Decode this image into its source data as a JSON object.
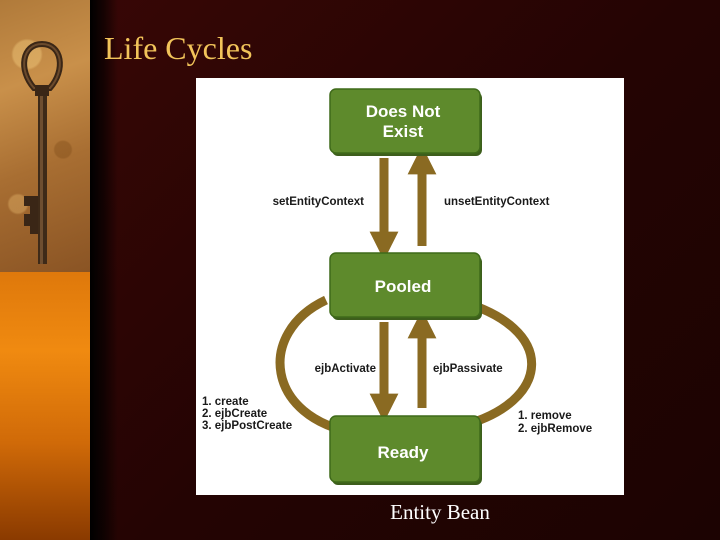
{
  "slide": {
    "title": "Life Cycles",
    "caption": "Entity Bean"
  },
  "diagram": {
    "states": {
      "does_not_exist": [
        "Does Not",
        "Exist"
      ],
      "pooled": "Pooled",
      "ready": "Ready"
    },
    "transitions": {
      "set_entity_context": "setEntityContext",
      "unset_entity_context": "unsetEntityContext",
      "ejb_activate": "ejbActivate",
      "ejb_passivate": "ejbPassivate",
      "create_steps": [
        "1. create",
        "2. ejbCreate",
        "3. ejbPostCreate"
      ],
      "remove_steps": [
        "1. remove",
        "2. ejbRemove"
      ]
    }
  },
  "colors": {
    "title": "#f2c45a",
    "state_fill": "#5e8a2c",
    "arrow": "#8a6a22",
    "caption": "#ffffff"
  },
  "icons": [
    "key-icon"
  ]
}
